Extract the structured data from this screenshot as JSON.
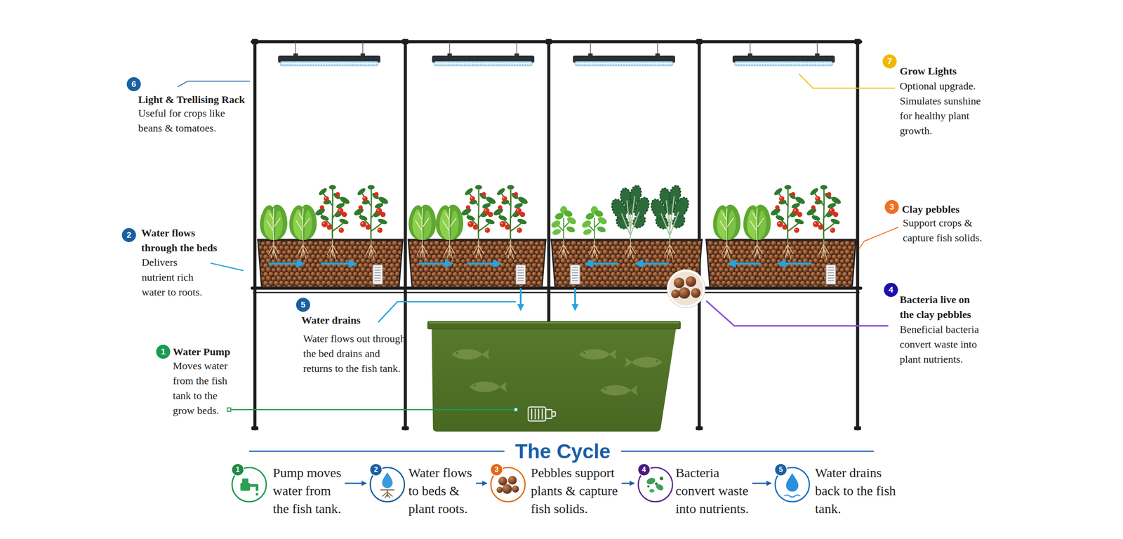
{
  "diagram": {
    "title": "The Cycle",
    "nodes": [
      {
        "text": [
          "1",
          "Pump moves water from the fish tank."
        ]
      },
      {
        "text": [
          "2",
          "Water flows to beds & plant roots."
        ]
      },
      {
        "text": [
          "3",
          "Pebbles support plants & capture fish solids."
        ]
      },
      {
        "text": [
          "4",
          "Bacteria convert waste into nutrients."
        ]
      },
      {
        "text": [
          "5",
          "Water drains back to the fish tank."
        ]
      }
    ],
    "edges": [
      {
        "from": 0,
        "to": 1,
        "arrow": "to"
      },
      {
        "from": 1,
        "to": 2,
        "arrow": "to"
      },
      {
        "from": 2,
        "to": 3,
        "arrow": "to"
      },
      {
        "from": 3,
        "to": 4,
        "arrow": "to"
      }
    ],
    "labels": [
      "6",
      "Light & Trellising Rack",
      "Useful for crops like beans & tomatoes.",
      "2",
      "Water flows through the beds",
      "Delivers nutrient rich water to roots.",
      "5",
      "Water drains",
      "Water flows out through the bed drains and returns to the fish tank.",
      "1",
      "Water Pump",
      "Moves water from the fish tank to the grow beds.",
      "7",
      "Grow Lights",
      "Optional upgrade. Simulates sunshine for healthy plant growth.",
      "3",
      "Clay pebbles",
      "Support crops & capture fish solids.",
      "4",
      "Bacteria live on the clay pebbles",
      "Beneficial bacteria convert waste into plant nutrients."
    ]
  }
}
